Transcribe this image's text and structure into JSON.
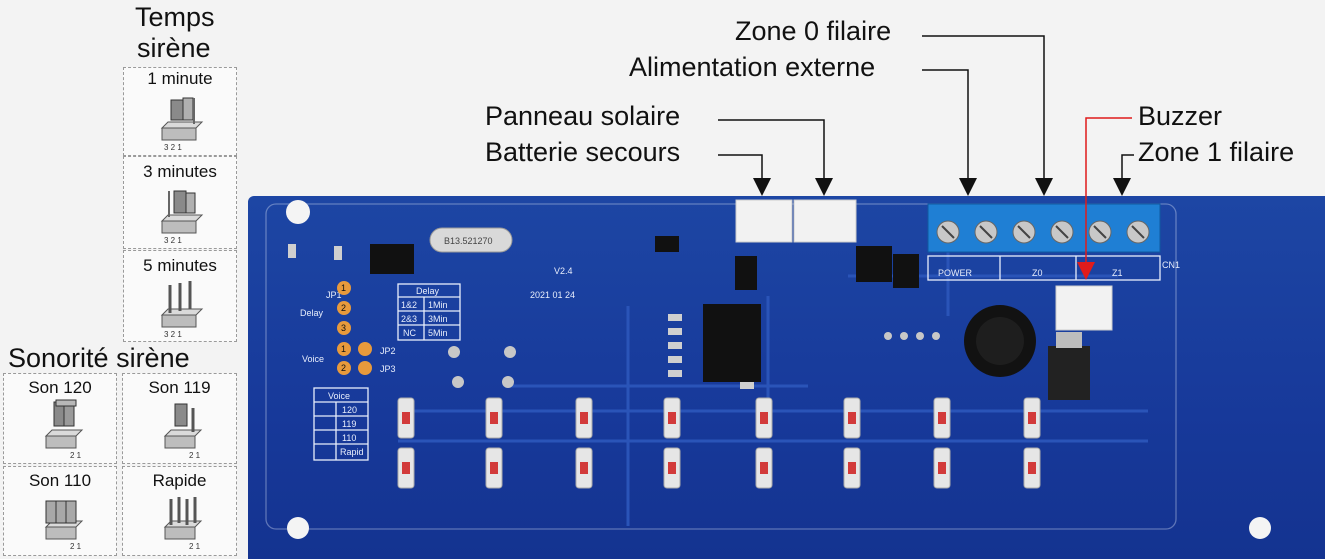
{
  "siren_time": {
    "title_line1": "Temps",
    "title_line2": "sirène",
    "options": [
      "1 minute",
      "3 minutes",
      "5 minutes"
    ]
  },
  "siren_sound": {
    "title": "Sonorité sirène",
    "options": [
      "Son 120",
      "Son 119",
      "Son 110",
      "Rapide"
    ]
  },
  "callouts": {
    "zone0": "Zone 0 filaire",
    "power": "Alimentation externe",
    "solar": "Panneau solaire",
    "battery": "Batterie secours",
    "buzzer": "Buzzer",
    "zone1": "Zone 1 filaire"
  },
  "board": {
    "version": "V2.4",
    "date": "2021 01 24",
    "terminal_power": "POWER",
    "terminal_z0": "Z0",
    "terminal_z1": "Z1",
    "connector": "CN1",
    "crystal": "B13.521270",
    "jp_delay": "Delay",
    "jp_voice": "Voice",
    "jp1": "JP1",
    "jp2": "JP2",
    "jp3": "JP3",
    "delay_table": {
      "header": "Delay",
      "rows": [
        [
          "1&2",
          "1Min"
        ],
        [
          "2&3",
          "3Min"
        ],
        [
          "NC",
          "5Min"
        ]
      ]
    },
    "voice_table": {
      "header": "Voice",
      "rows": [
        "120",
        "119",
        "110",
        "Rapid"
      ]
    },
    "pin_numbers": [
      "1",
      "2",
      "3",
      "1",
      "2"
    ]
  },
  "colors": {
    "pcb": "#1a3f9f",
    "terminal_block": "#1f7fd4",
    "jumper_pin": "#e89a3c",
    "buzzer_line": "#e01b1b",
    "arrow": "#111111"
  }
}
